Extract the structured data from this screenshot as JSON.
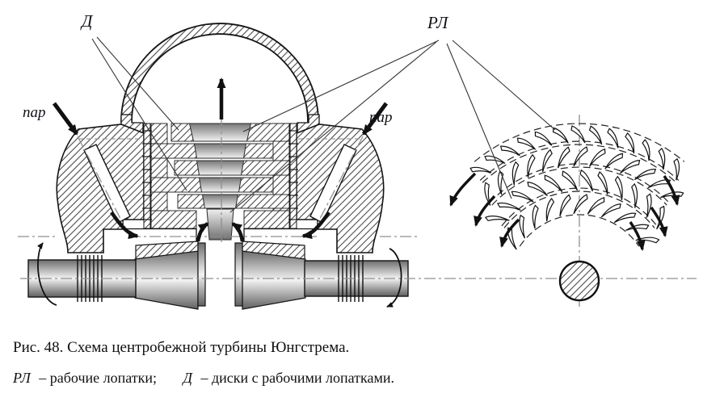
{
  "figure": {
    "label_d": "Д",
    "label_rl": "РЛ",
    "label_steam_left": "пар",
    "label_steam_right": "пар"
  },
  "caption": {
    "title": "Рис. 48. Схема центробежной турбины Юнгстрема.",
    "legend": [
      {
        "term": "РЛ",
        "definition": "– рабочие лопатки;"
      },
      {
        "term": "Д",
        "definition": "– диски с рабочими лопатками."
      }
    ]
  },
  "colors": {
    "line": "#141414",
    "centerline": "#8f8f8f",
    "hatch": "#454545",
    "background": "#ffffff"
  }
}
